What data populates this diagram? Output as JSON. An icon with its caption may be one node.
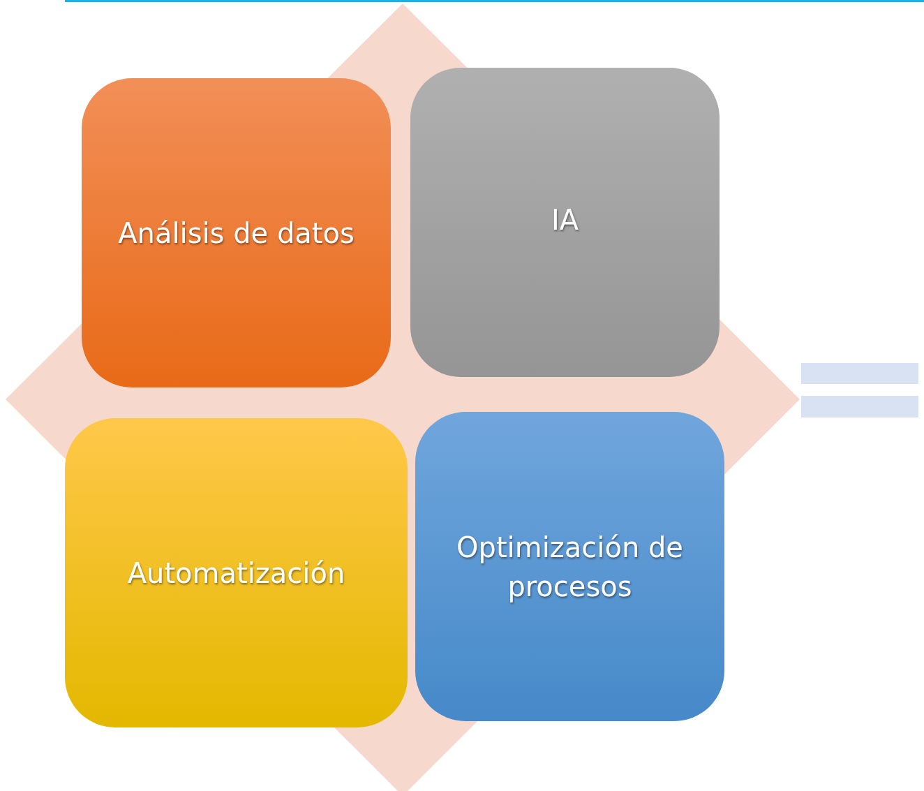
{
  "diagram": {
    "nodes": [
      {
        "text": [
          "Análisis de datos"
        ]
      },
      {
        "text": [
          "IA"
        ]
      },
      {
        "text": [
          "Automatización"
        ]
      },
      {
        "text": [
          "Optimización de procesos"
        ]
      }
    ]
  }
}
